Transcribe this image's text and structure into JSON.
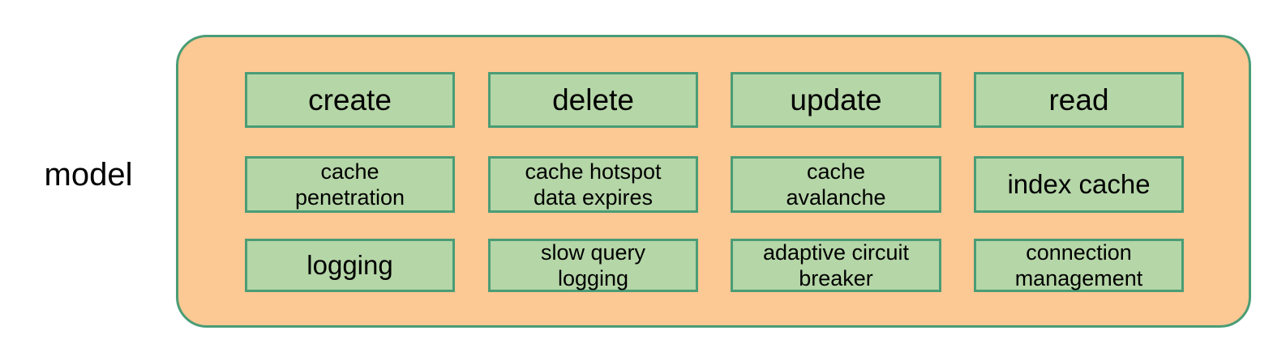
{
  "diagram": {
    "title_label": "model",
    "colors": {
      "container_fill": "#fcc894",
      "container_border": "#4a9d76",
      "node_fill": "#b5d6a7",
      "node_border": "#4a9d76",
      "text": "#000000",
      "background": "#ffffff"
    },
    "container": {
      "shape": "rounded-rectangle"
    },
    "rows": [
      {
        "id": "operations",
        "cells": [
          {
            "label": "create",
            "size": "large"
          },
          {
            "label": "delete",
            "size": "large"
          },
          {
            "label": "update",
            "size": "large"
          },
          {
            "label": "read",
            "size": "large"
          }
        ]
      },
      {
        "id": "cache-concerns",
        "cells": [
          {
            "label": "cache\npenetration",
            "size": "small"
          },
          {
            "label": "cache hotspot\ndata expires",
            "size": "small"
          },
          {
            "label": "cache\navalanche",
            "size": "small"
          },
          {
            "label": "index cache",
            "size": "big"
          }
        ]
      },
      {
        "id": "operational-concerns",
        "cells": [
          {
            "label": "logging",
            "size": "big"
          },
          {
            "label": "slow query\nlogging",
            "size": "small"
          },
          {
            "label": "adaptive circuit\nbreaker",
            "size": "small"
          },
          {
            "label": "connection\nmanagement",
            "size": "small"
          }
        ]
      }
    ]
  }
}
